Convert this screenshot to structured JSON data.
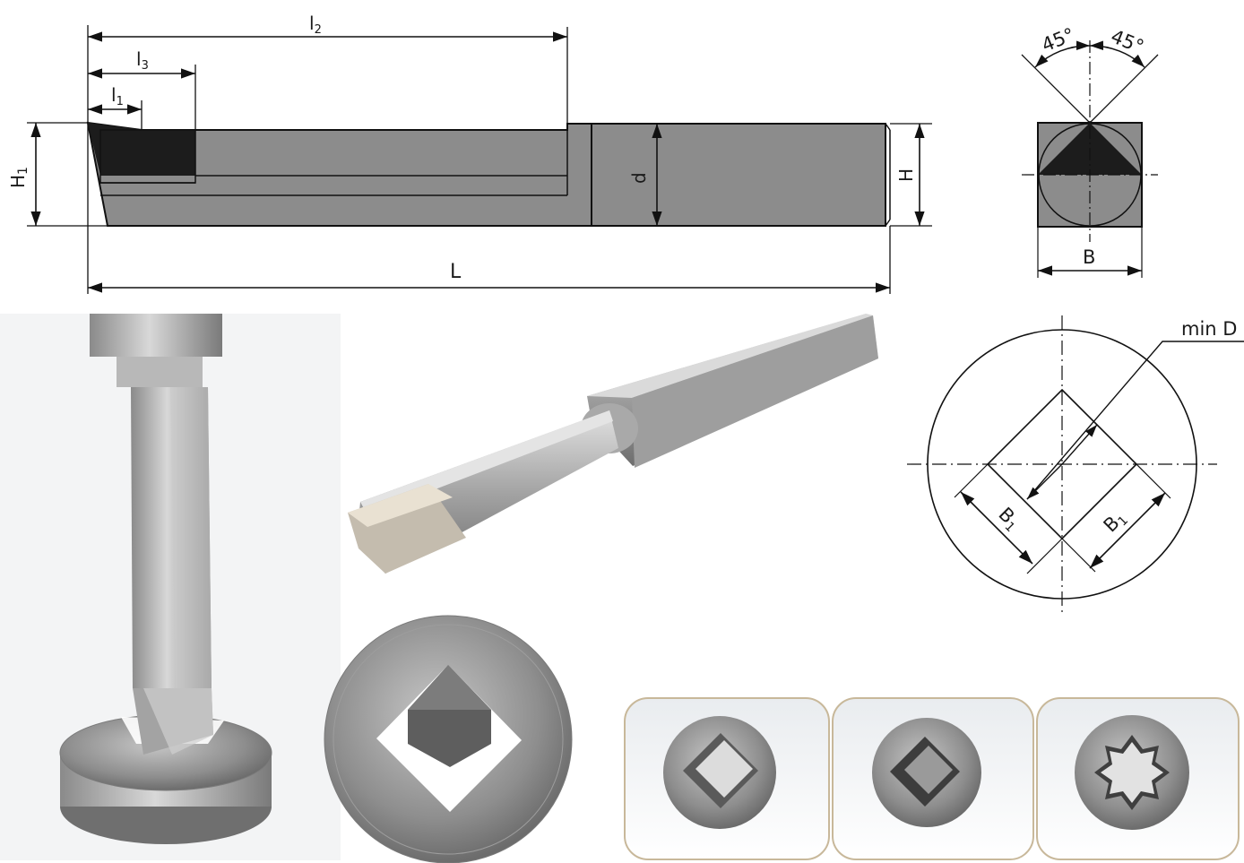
{
  "side_view": {
    "l2": "l",
    "l2_sub": "2",
    "l3": "l",
    "l3_sub": "3",
    "l1": "l",
    "l1_sub": "1",
    "H1": "H",
    "H1_sub": "1",
    "d": "d",
    "H": "H",
    "L": "L"
  },
  "end_view": {
    "angle_left": "45°",
    "angle_right": "45°",
    "B": "B"
  },
  "bore_view": {
    "min_D": "min D",
    "B1_left": "B",
    "B1_left_sub": "1",
    "B1_right": "B",
    "B1_right_sub": "1"
  },
  "colors": {
    "body_gray": "#8c8c8c",
    "tip_black": "#1c1c1c",
    "line": "#111111",
    "card_border": "#c8b89a"
  }
}
